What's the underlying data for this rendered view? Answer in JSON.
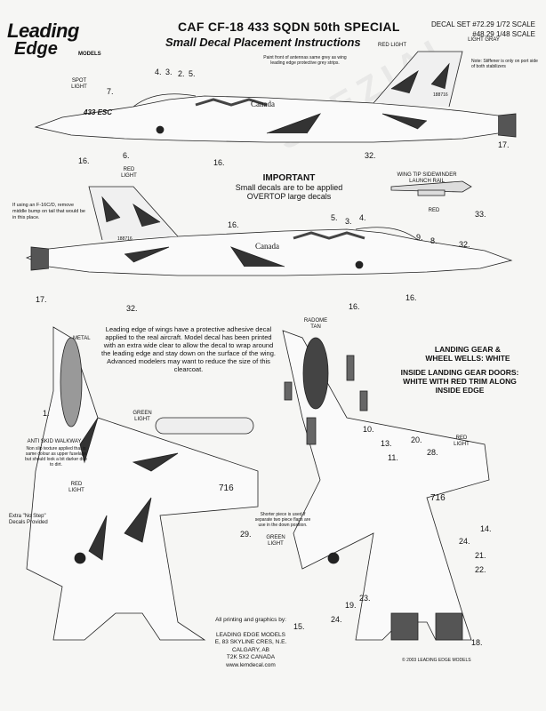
{
  "brand": {
    "line1": "Leading",
    "line2": "Edge",
    "line3": "MODELS"
  },
  "header": {
    "title": "CAF CF-18 433 SQDN 50th SPECIAL",
    "subtitle": "Small Decal Placement Instructions",
    "decal_set_1": "DECAL SET #72.29   1/72 SCALE",
    "decal_set_2": "#48.29   1/48 SCALE"
  },
  "top_profile": {
    "red_light": "RED LIGHT",
    "light_gray": "LIGHT GRAY",
    "paint_note": "Paint front of antennas same grey as wing leading edge protective grey strips.",
    "stiffener_note": "Note: Stiffener is only on port side of both stabilizers",
    "spot_light": "SPOT LIGHT",
    "canada": "Canada",
    "tail_number": "188716",
    "nose_mark": "433 ESC",
    "nums": {
      "n4": "4.",
      "n3": "3.",
      "n2": "2.",
      "n5": "5.",
      "n7": "7.",
      "n16a": "16.",
      "n6": "6.",
      "n16b": "16.",
      "n32": "32.",
      "n17": "17."
    }
  },
  "important": {
    "heading": "IMPORTANT",
    "line1": "Small decals are to be applied",
    "line2": "OVERTOP large decals"
  },
  "sidewinder": {
    "title": "WING TIP SIDEWINDER LAUNCH RAIL",
    "red": "RED",
    "num": "33."
  },
  "mid_profile": {
    "red_light": "RED LIGHT",
    "f16_note": "If using an F-16C/D, remove middle bump on tail that would be in this place.",
    "canada": "Canada",
    "tail_number": "188716",
    "nums": {
      "n5": "5.",
      "n3": "3.",
      "n4": "4.",
      "n16": "16.",
      "n9": "9.",
      "n8": "8.",
      "n32a": "32.",
      "n17": "17.",
      "n32b": "32.",
      "n16b": "16.",
      "n16c": "16."
    }
  },
  "wing_note": "Leading edge of wings have a protective adhesive decal applied to the real aircraft.  Model decal has been printed with an extra wide clear to allow the decal to wrap around the leading edge and stay down on the surface of the wing.  Advanced modelers may want to reduce the size of this clearcoat.",
  "top_view": {
    "metal": "METAL",
    "anti_skid": "ANTI SKID WALKWAY",
    "anti_skid_note": "Non slip texture applied that is same colour as upper fuselage but should look a bit darker due to dirt.",
    "red_light": "RED LIGHT",
    "no_step": "Extra \"No Step\" Decals Provided",
    "green_light": "GREEN LIGHT",
    "shorter_note": "Shorter piece is used if separate two piece flaps are use in the down position.",
    "tail_number": "716",
    "nums": {
      "n1": "1.",
      "n29": "29."
    }
  },
  "bottom_view": {
    "radome": "RADOME TAN",
    "landing_gear": "LANDING GEAR & WHEEL WELLS: WHITE",
    "gear_doors": "INSIDE LANDING GEAR DOORS: WHITE WITH RED TRIM ALONG INSIDE EDGE",
    "red_light": "RED LIGHT",
    "green_light": "GREEN LIGHT",
    "tail_number": "716",
    "nums": {
      "n10": "10.",
      "n13": "13.",
      "n11": "11.",
      "n20": "20.",
      "n28": "28.",
      "n14": "14.",
      "n24a": "24.",
      "n21": "21.",
      "n22": "22.",
      "n23": "23.",
      "n19": "19.",
      "n24b": "24.",
      "n15": "15.",
      "n18": "18."
    }
  },
  "footer": {
    "line1": "All printing and graphics by:",
    "line2": "LEADING EDGE MODELS",
    "line3": "E, 83 SKYLINE CRES, N.E.",
    "line4": "CALGARY, AB",
    "line5": "T2K 5X2   CANADA",
    "line6": "www.lemdecal.com"
  },
  "copyright": "© 2003 LEADING EDGE MODELS",
  "watermark": "SPEZIAL"
}
